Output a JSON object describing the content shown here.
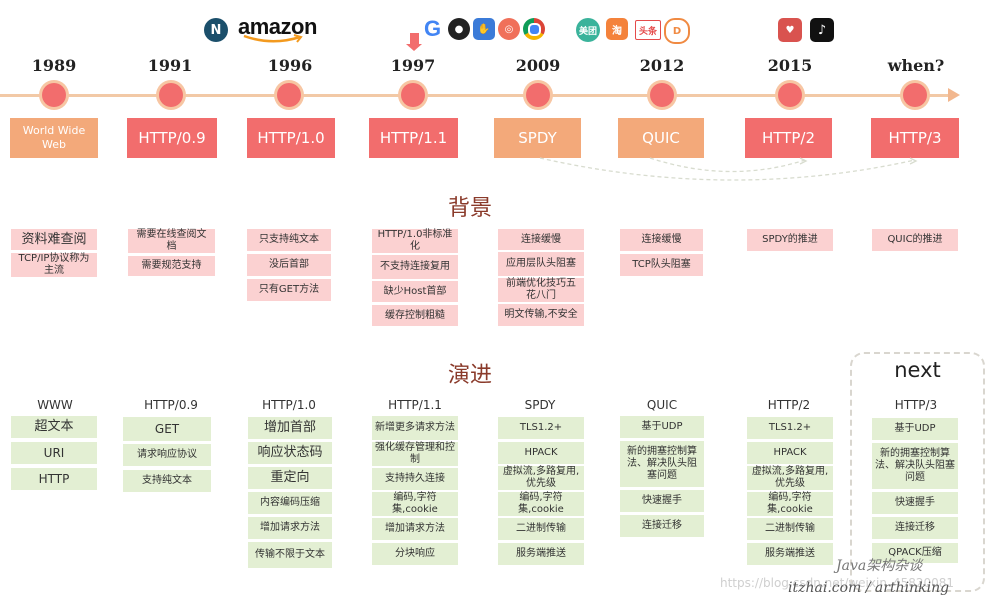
{
  "logos": {
    "amazon_text": "amazon",
    "meituan_text": "美团",
    "toutiao_text": "头条"
  },
  "timeline": [
    {
      "year": "1989",
      "label": "World Wide Web"
    },
    {
      "year": "1991",
      "label": "HTTP/0.9"
    },
    {
      "year": "1996",
      "label": "HTTP/1.0"
    },
    {
      "year": "1997",
      "label": "HTTP/1.1"
    },
    {
      "year": "2009",
      "label": "SPDY"
    },
    {
      "year": "2012",
      "label": "QUIC"
    },
    {
      "year": "2015",
      "label": "HTTP/2"
    },
    {
      "year": "when?",
      "label": "HTTP/3"
    }
  ],
  "background_title": "背景",
  "background": [
    [
      "资料难查阅",
      "TCP/IP协议称为主流"
    ],
    [
      "需要在线查阅文档",
      "需要规范支持"
    ],
    [
      "只支持纯文本",
      "没后首部",
      "只有GET方法"
    ],
    [
      "HTTP/1.0非标准化",
      "不支持连接复用",
      "缺少Host首部",
      "缓存控制粗糙"
    ],
    [
      "连接缓慢",
      "应用层队头阻塞",
      "前端优化技巧五花八门",
      "明文传输,不安全"
    ],
    [
      "连接缓慢",
      "TCP队头阻塞"
    ],
    [
      "SPDY的推进"
    ],
    [
      "QUIC的推进"
    ]
  ],
  "evolution_title": "演进",
  "next_title": "next",
  "evolution": [
    {
      "head": "WWW",
      "items": [
        "超文本",
        "URI",
        "HTTP"
      ]
    },
    {
      "head": "HTTP/0.9",
      "items": [
        "GET",
        "请求响应协议",
        "支持纯文本"
      ]
    },
    {
      "head": "HTTP/1.0",
      "items": [
        "增加首部",
        "响应状态码",
        "重定向",
        "内容编码压缩",
        "增加请求方法",
        "传输不限于文本"
      ]
    },
    {
      "head": "HTTP/1.1",
      "items": [
        "新增更多请求方法",
        "强化缓存管理和控制",
        "支持持久连接",
        "编码,字符集,cookie",
        "增加请求方法",
        "分块响应"
      ]
    },
    {
      "head": "SPDY",
      "items": [
        "TLS1.2+",
        "HPACK",
        "虚拟流,多路复用,优先级",
        "编码,字符集,cookie",
        "二进制传输",
        "服务端推送"
      ]
    },
    {
      "head": "QUIC",
      "items": [
        "基于UDP",
        "新的拥塞控制算法、解决队头阻塞问题",
        "快速握手",
        "连接迁移"
      ]
    },
    {
      "head": "HTTP/2",
      "items": [
        "TLS1.2+",
        "HPACK",
        "虚拟流,多路复用,优先级",
        "编码,字符集,cookie",
        "二进制传输",
        "服务端推送"
      ]
    },
    {
      "head": "HTTP/3",
      "items": [
        "基于UDP",
        "新的拥塞控制算法、解决队头阻塞问题",
        "快速握手",
        "连接迁移",
        "QPACK压缩"
      ]
    }
  ],
  "watermark": {
    "brand": "Java架构杂谈",
    "url_faint": "https://blog.csdn.net/weixin_45820081",
    "site": "itzhai.com / arthinking"
  }
}
